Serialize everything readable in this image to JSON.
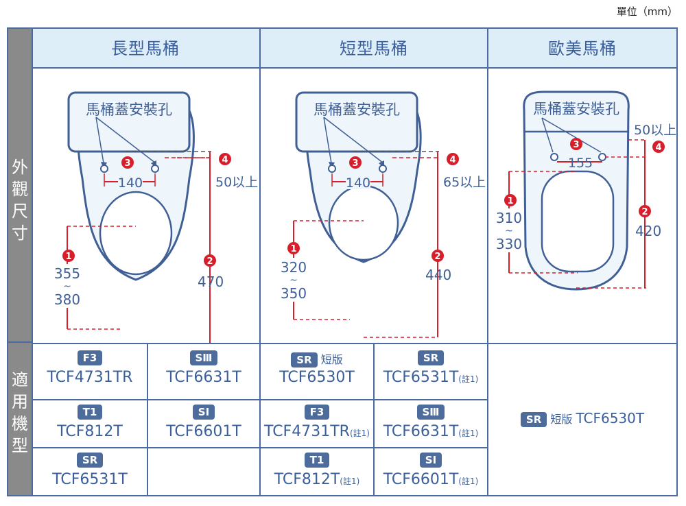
{
  "unit_label": "單位（mm）",
  "side_labels": {
    "appearance": [
      "外",
      "觀",
      "尺",
      "寸"
    ],
    "models": [
      "適",
      "用",
      "機",
      "型"
    ]
  },
  "columns": [
    {
      "header": "長型馬桶",
      "hole_label": "馬桶蓋安裝孔",
      "dims": {
        "n1": "1",
        "n2": "2",
        "n3": "3",
        "n4": "4",
        "d1_top": "355",
        "d1_tilde": "~",
        "d1_bottom": "380",
        "d2": "470",
        "d3": "140",
        "d4": "50以上"
      }
    },
    {
      "header": "短型馬桶",
      "hole_label": "馬桶蓋安裝孔",
      "dims": {
        "n1": "1",
        "n2": "2",
        "n3": "3",
        "n4": "4",
        "d1_top": "320",
        "d1_tilde": "~",
        "d1_bottom": "350",
        "d2": "440",
        "d3": "140",
        "d4": "65以上"
      }
    },
    {
      "header": "歐美馬桶",
      "hole_label": "馬桶蓋安裝孔",
      "dims": {
        "n1": "1",
        "n2": "2",
        "n3": "3",
        "n4": "4",
        "d1_top": "310",
        "d1_tilde": "~",
        "d1_bottom": "330",
        "d2": "420",
        "d3": "155",
        "d4": "50以上"
      }
    }
  ],
  "models": {
    "long": [
      {
        "badge": "F3",
        "note": "",
        "model": "TCF4731TR",
        "sup": ""
      },
      {
        "badge": "SⅢ",
        "note": "",
        "model": "TCF6631T",
        "sup": ""
      },
      {
        "badge": "T1",
        "note": "",
        "model": "TCF812T",
        "sup": ""
      },
      {
        "badge": "SI",
        "note": "",
        "model": "TCF6601T",
        "sup": ""
      },
      {
        "badge": "SR",
        "note": "",
        "model": "TCF6531T",
        "sup": ""
      }
    ],
    "short": [
      {
        "badge": "SR",
        "note": "短版",
        "model": "TCF6530T",
        "sup": ""
      },
      {
        "badge": "SR",
        "note": "",
        "model": "TCF6531T",
        "sup": "(註1)"
      },
      {
        "badge": "F3",
        "note": "",
        "model": "TCF4731TR",
        "sup": "(註1)"
      },
      {
        "badge": "SⅢ",
        "note": "",
        "model": "TCF6631T",
        "sup": "(註1)"
      },
      {
        "badge": "T1",
        "note": "",
        "model": "TCF812T",
        "sup": "(註1)"
      },
      {
        "badge": "SI",
        "note": "",
        "model": "TCF6601T",
        "sup": "(註1)"
      }
    ],
    "euro": {
      "badge": "SR",
      "note": "短版",
      "model": "TCF6530T"
    }
  },
  "colors": {
    "border": "#4a6aa0",
    "header_bg": "#ddeef9",
    "side_bg": "#8a8a8a",
    "seat_fill": "#eef5fb",
    "seat_stroke": "#3f5f95",
    "dim_red": "#d81e2a",
    "badge_bg": "#4e6c9b"
  }
}
